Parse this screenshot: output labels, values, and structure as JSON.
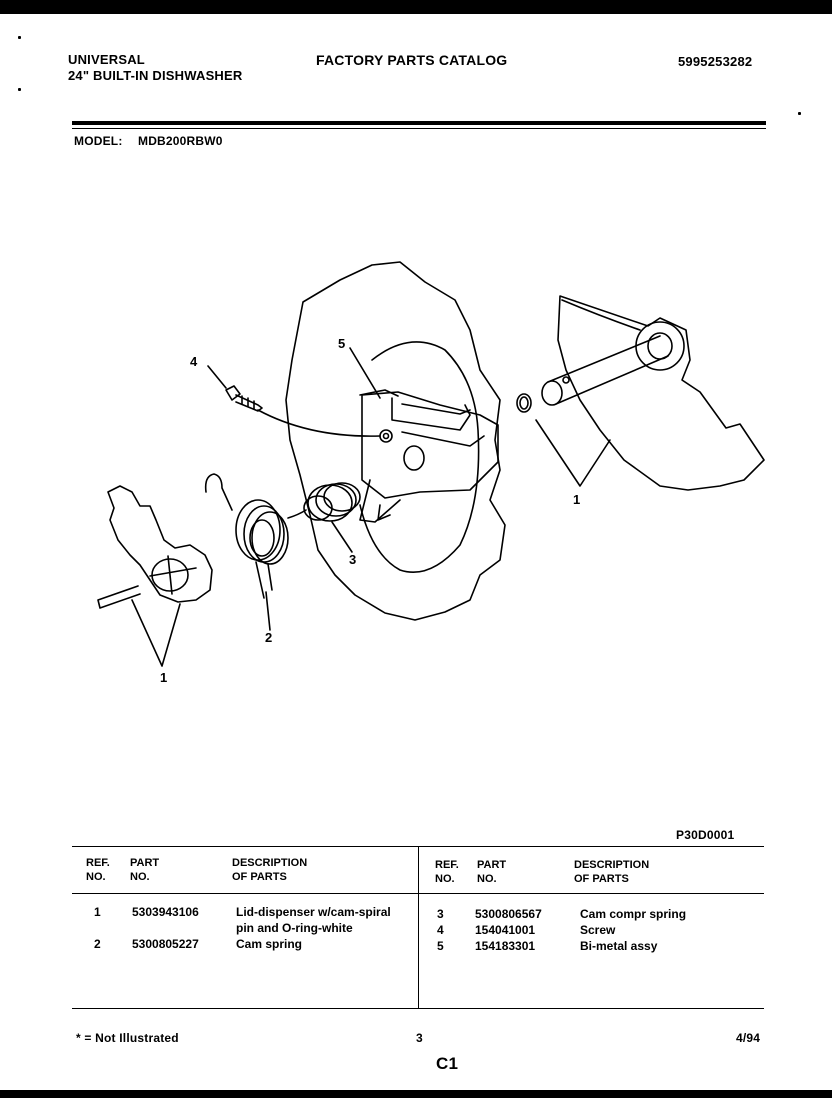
{
  "header": {
    "brand": "UNIVERSAL",
    "product": "24\" BUILT-IN DISHWASHER",
    "catalog": "FACTORY PARTS CATALOG",
    "catalog_number": "5995253282",
    "model_label": "MODEL:",
    "model_value": "MDB200RBW0"
  },
  "diagram": {
    "code": "P30D0001",
    "callouts": [
      "1",
      "2",
      "3",
      "4",
      "5",
      "1"
    ]
  },
  "table": {
    "headers": {
      "ref": "REF.\nNO.",
      "part": "PART\nNO.",
      "desc": "DESCRIPTION\nOF PARTS"
    },
    "left_rows": [
      {
        "ref": "1",
        "part": "5303943106",
        "desc": "Lid-dispenser w/cam-spiral pin and O-ring-white"
      },
      {
        "ref": "2",
        "part": "5300805227",
        "desc": "Cam spring"
      }
    ],
    "right_rows": [
      {
        "ref": "3",
        "part": "5300806567",
        "desc": "Cam compr spring"
      },
      {
        "ref": "4",
        "part": "154041001",
        "desc": "Screw"
      },
      {
        "ref": "5",
        "part": "154183301",
        "desc": "Bi-metal assy"
      }
    ]
  },
  "footer": {
    "note": "* = Not Illustrated",
    "page": "3",
    "date": "4/94",
    "section": "C1"
  }
}
